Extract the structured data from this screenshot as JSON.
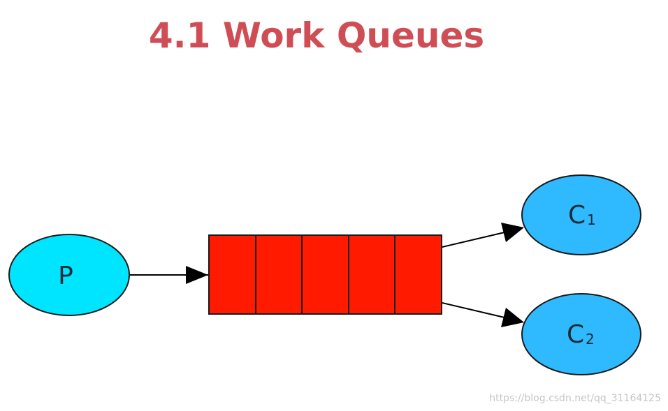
{
  "title": "4.1 Work Queues",
  "colors": {
    "title": "#cf4e55",
    "producer_fill": "#00e5ff",
    "consumer_fill": "#2fbaff",
    "queue_fill": "#ff1a00",
    "stroke": "#1a1a1a"
  },
  "nodes": {
    "producer": {
      "label": "P"
    },
    "queue": {
      "slots": 5
    },
    "consumer1": {
      "label": "C",
      "sub": "1"
    },
    "consumer2": {
      "label": "C",
      "sub": "2"
    }
  },
  "watermark": "https://blog.csdn.net/qq_31164125"
}
